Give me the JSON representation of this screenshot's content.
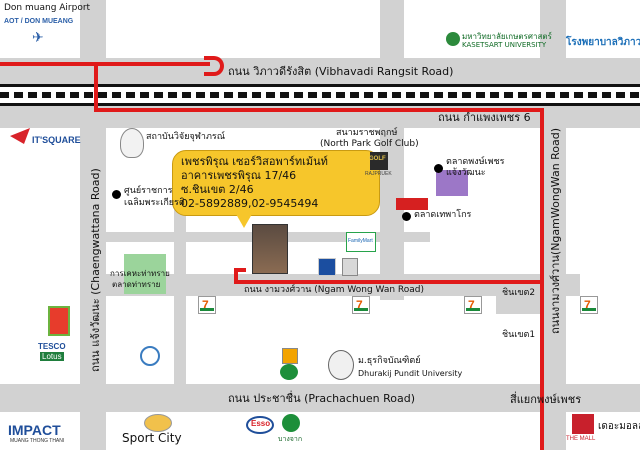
{
  "colors": {
    "road": "#d2d2d2",
    "route": "#e01a1a",
    "bubble": "#f6c62b",
    "green_area": "#9bd49b",
    "purple_area": "#9c77c7",
    "red_block": "#d62020"
  },
  "top_left": {
    "airport": "Don muang Airport",
    "logo_text": "AOT / DON MUEANG"
  },
  "callout": {
    "line1": "เพชรพิรุณ เซอร์วิสอพาร์ทเม้นท์",
    "line2": "อาคารเพชรพิรุณ 17/46",
    "line3": "ซ.ชินเขต 2/46",
    "line4": "02-5892889,02-9545494"
  },
  "roads": {
    "vibhavadi": "ถนน วิภาวดีรังสิต (Vibhavadi Rangsit Road)",
    "kamphaeng": "ถนน กำแพงเพชร 6",
    "ngam_wong_wan": "ถนน งามวงศ์วาน (Ngam Wong Wan Road)",
    "prachachuen": "ถนน ประชาชื่น (Prachachuen Road)",
    "chaengwattana": "ถนน แจ้งวัฒนะ (Chaengwattana Road)",
    "ngamwongwan_right": "ถนนงามวงศ์วาน(NgamWongWan Road)",
    "chinket2": "ชินเขต2",
    "chinket1": "ชินเขต1",
    "intersection": "สี่แยกพงษ์เพชร"
  },
  "places": {
    "kasetsart": "มหาวิทยาลัยเกษตรศาสตร์",
    "kasetsart_en": "KASETSART UNIVERSITY",
    "hospital": "โรงพยาบาลวิภาวดี",
    "chulabhorn": "สถาบันวิจัยจุฬาภรณ์",
    "golf_th": "สนามราชพฤกษ์",
    "golf_en": "(North Park Golf Club)",
    "market": "ตลาดพงษ์เพชร",
    "market2": "แจ้งวัฒนะ",
    "kasetsart_tai": "ตลาดเทพาโกร",
    "government_center_1": "ศูนย์ราชการ",
    "government_center_2": "เฉลิมพระเกียรติ",
    "green_label_1": "การเคหะท่าทราย",
    "green_label_2": "ตลาดท่าทราย",
    "dhurakij_th": "ม.ธุรกิจบัณฑิตย์",
    "dhurakij_en": "Dhurakij Pundit University",
    "it_square": "IT'SQUARE",
    "impact": "IMPACT",
    "impact_sub": "MUANG THONG THANI",
    "sport_city": "Sport City",
    "the_mall": "THE MALL",
    "the_mall_th": "เดอะมอลล์งามวงศ์วาน",
    "tesco": "TESCO",
    "lotus": "Lotus",
    "familymart": "FamilyMart",
    "esso": "Esso",
    "bangchak": "บางจาก",
    "seven": "7",
    "golf_logo": "GOLF",
    "golf_logo_sub": "RAJPRUEK"
  }
}
